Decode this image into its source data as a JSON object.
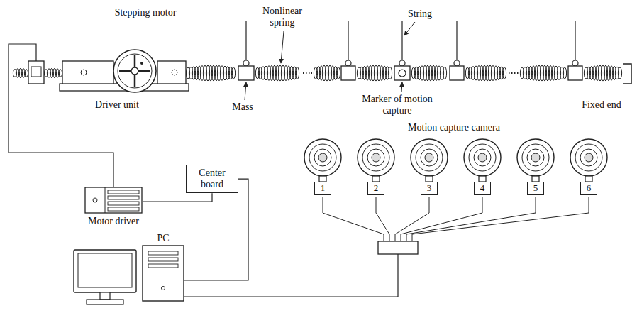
{
  "diagram": {
    "nodes": [
      {
        "text": [
          "Motor driver"
        ]
      },
      {
        "text": [
          "Center board"
        ]
      },
      {
        "text": [
          "1"
        ]
      },
      {
        "text": [
          "2"
        ]
      },
      {
        "text": [
          "3"
        ]
      },
      {
        "text": [
          "4"
        ]
      },
      {
        "text": [
          "5"
        ]
      },
      {
        "text": [
          "6"
        ]
      },
      {
        "text": [
          "PC"
        ]
      }
    ],
    "edges": [
      {
        "from": 0,
        "to": 1,
        "arrow": "none"
      },
      {
        "from": 1,
        "to": 8,
        "arrow": "none"
      }
    ],
    "labels": [
      "Stepping motor",
      "Nonlinear spring",
      "String",
      "Driver unit",
      "Mass",
      "Marker of motion capture",
      "Motion capture camera",
      "Fixed end"
    ]
  }
}
